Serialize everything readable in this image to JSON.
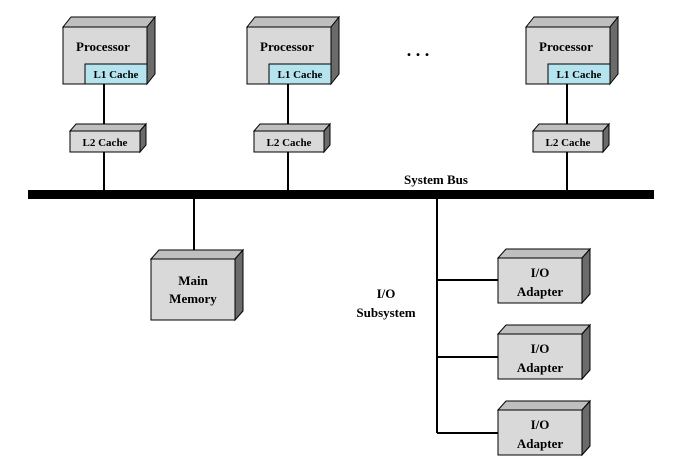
{
  "colors": {
    "box_front": "#d9d9d9",
    "box_top": "#bfbfbf",
    "box_side": "#6b6b6b",
    "cache_fill": "#b5e3ee",
    "bus": "#000000",
    "line": "#000000"
  },
  "processors": [
    {
      "title": "Processor",
      "l1": "L1 Cache",
      "l2": "L2 Cache"
    },
    {
      "title": "Processor",
      "l1": "L1 Cache",
      "l2": "L2 Cache"
    },
    {
      "title": "Processor",
      "l1": "L1 Cache",
      "l2": "L2 Cache"
    }
  ],
  "ellipsis": ". . .",
  "bus_label": "System Bus",
  "main_memory": {
    "line1": "Main",
    "line2": "Memory"
  },
  "io_subsystem": {
    "line1": "I/O",
    "line2": "Subsystem"
  },
  "io_adapters": [
    {
      "line1": "I/O",
      "line2": "Adapter"
    },
    {
      "line1": "I/O",
      "line2": "Adapter"
    },
    {
      "line1": "I/O",
      "line2": "Adapter"
    }
  ]
}
